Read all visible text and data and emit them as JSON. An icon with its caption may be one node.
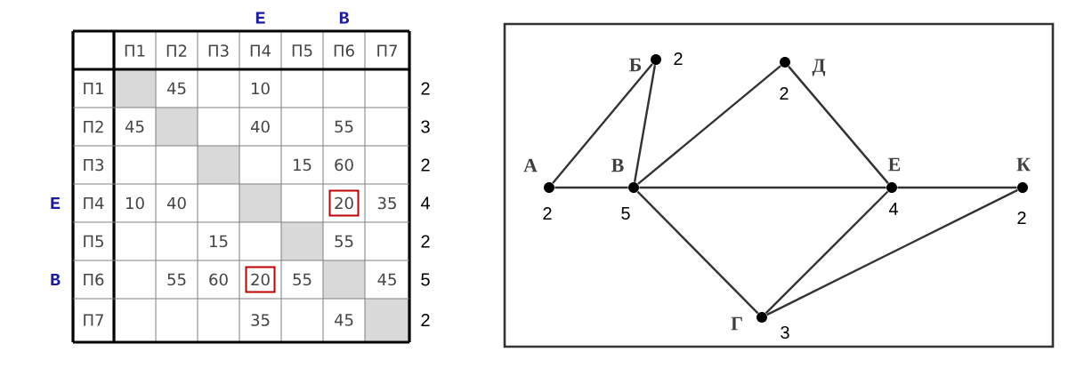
{
  "diagram": {
    "nodes": [
      {
        "text": [
          "А"
        ],
        "beside": [
          "2"
        ]
      },
      {
        "text": [
          "Б"
        ],
        "beside": [
          "2"
        ]
      },
      {
        "text": [
          "В"
        ],
        "beside": [
          "5"
        ]
      },
      {
        "text": [
          "Г"
        ],
        "beside": [
          "3"
        ]
      },
      {
        "text": [
          "Д"
        ],
        "beside": [
          "2"
        ]
      },
      {
        "text": [
          "Е"
        ],
        "beside": [
          "4"
        ]
      },
      {
        "text": [
          "К"
        ],
        "beside": [
          "2"
        ]
      }
    ],
    "edges": [
      {
        "from": 0,
        "to": 1,
        "arrow": "none"
      },
      {
        "from": 0,
        "to": 2,
        "arrow": "none"
      },
      {
        "from": 1,
        "to": 2,
        "arrow": "none"
      },
      {
        "from": 2,
        "to": 4,
        "arrow": "none"
      },
      {
        "from": 4,
        "to": 5,
        "arrow": "none"
      },
      {
        "from": 2,
        "to": 5,
        "arrow": "none"
      },
      {
        "from": 5,
        "to": 6,
        "arrow": "none"
      },
      {
        "from": 2,
        "to": 3,
        "arrow": "none"
      },
      {
        "from": 3,
        "to": 5,
        "arrow": "none"
      },
      {
        "from": 3,
        "to": 6,
        "arrow": "none"
      }
    ],
    "labels": [
      "Е",
      "В",
      "П1",
      "П2",
      "П3",
      "П4",
      "П5",
      "П6",
      "П7",
      "П1",
      "45",
      "10",
      "2",
      "П2",
      "45",
      "40",
      "55",
      "3",
      "П3",
      "15",
      "60",
      "2",
      "Е",
      "П4",
      "10",
      "40",
      "20",
      "35",
      "4",
      "П5",
      "15",
      "55",
      "2",
      "В",
      "П6",
      "55",
      "60",
      "20",
      "55",
      "45",
      "5",
      "П7",
      "35",
      "45",
      "2"
    ]
  }
}
